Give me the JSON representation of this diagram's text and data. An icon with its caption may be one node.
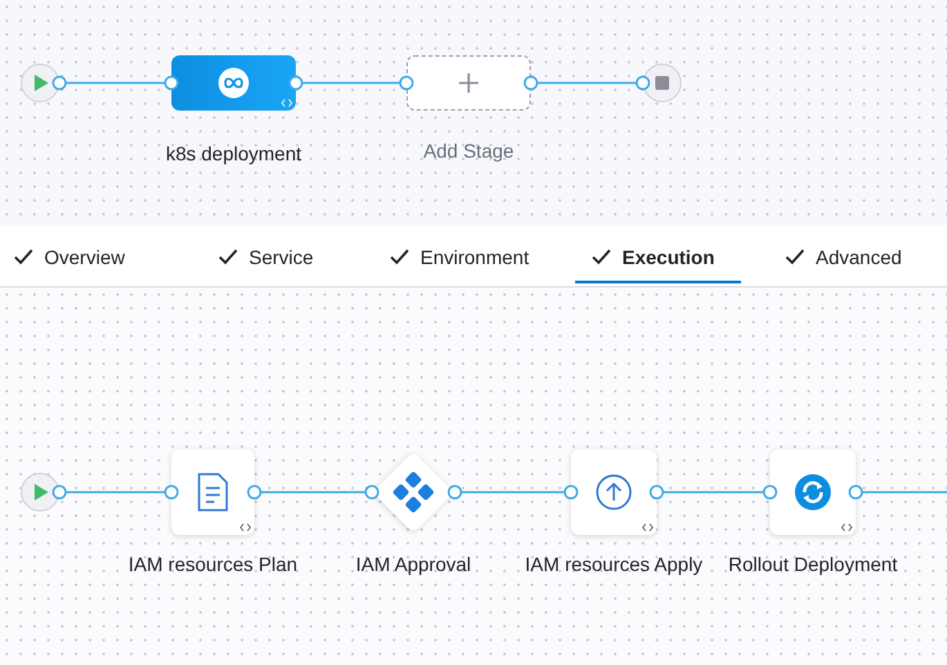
{
  "diagram": {
    "nodes": [
      {
        "text": [],
        "shape": "circle"
      },
      {
        "text": [
          "k8s deployment"
        ]
      },
      {
        "text": [
          "Add Stage"
        ]
      },
      {
        "text": [],
        "shape": "circle"
      },
      {
        "text": [],
        "shape": "circle"
      },
      {
        "text": [
          "IAM resources Plan"
        ]
      },
      {
        "text": [
          "IAM Approval"
        ]
      },
      {
        "text": [
          "IAM resources Apply"
        ]
      },
      {
        "text": [
          "Rollout Deployment"
        ]
      }
    ],
    "edges": [
      {
        "from": 0,
        "to": 1,
        "arrow": "other"
      },
      {
        "from": 1,
        "to": 2,
        "arrow": "other"
      },
      {
        "from": 2,
        "to": 3,
        "arrow": "other"
      },
      {
        "from": 4,
        "to": 5,
        "arrow": "other"
      },
      {
        "from": 5,
        "to": 6,
        "arrow": "other"
      },
      {
        "from": 6,
        "to": 7,
        "arrow": "other"
      },
      {
        "from": 7,
        "to": 8,
        "arrow": "other"
      },
      {
        "from": 8,
        "to": null,
        "arrow": "other"
      }
    ],
    "labels": [
      "Overview",
      "Service",
      "Environment",
      "Execution",
      "Advanced"
    ]
  }
}
